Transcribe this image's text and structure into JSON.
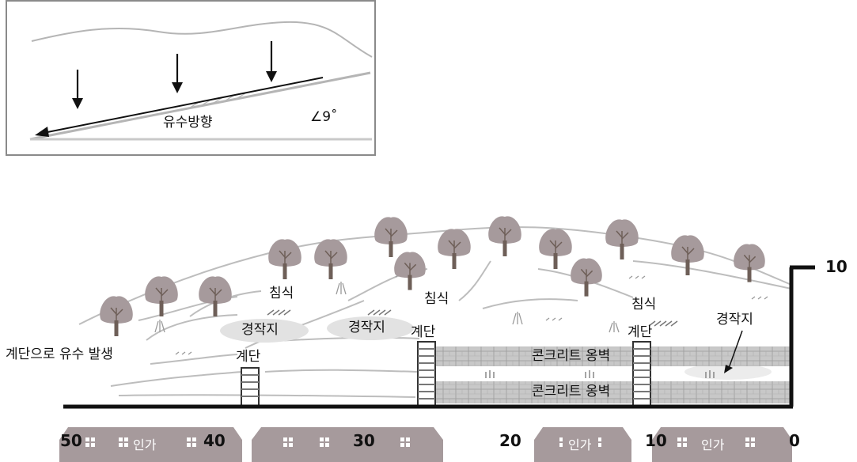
{
  "inset": {
    "flow_direction": "유수방향",
    "angle": "∠9˚"
  },
  "labels": {
    "erosion": "침식",
    "farmland": "경작지",
    "steps": "계단",
    "water_from_steps": "계단으로 유수 발생",
    "concrete_wall": "콘크리트 옹벽"
  },
  "houses": {
    "label": "인가"
  },
  "scale": {
    "top": "10",
    "bottom": [
      "50",
      "40",
      "30",
      "20",
      "10",
      "0"
    ]
  },
  "colors": {
    "tree": "#a69a9c",
    "trunk": "#6e5f58",
    "house": "#a69a9c",
    "farmland": "#e2e2e2",
    "wall": "#c8c8c8",
    "ground": "#111111"
  }
}
